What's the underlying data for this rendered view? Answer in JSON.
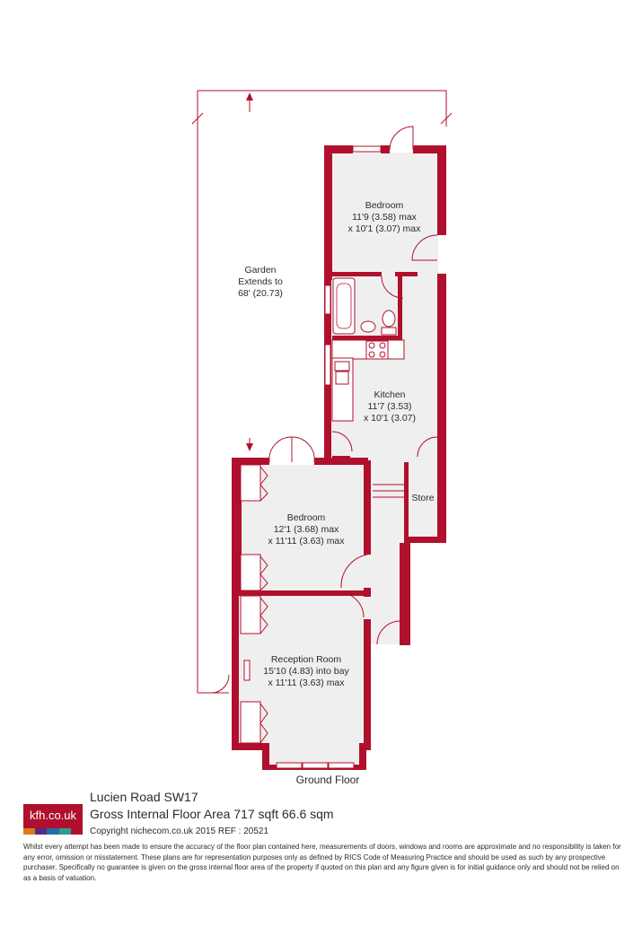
{
  "plan": {
    "garden_label": [
      "Garden",
      "Extends to",
      "68' (20.73)"
    ],
    "bedroom_upper": [
      "Bedroom",
      "11'9 (3.58) max",
      "x 10'1 (3.07) max"
    ],
    "kitchen": [
      "Kitchen",
      "11'7 (3.53)",
      "x 10'1 (3.07)"
    ],
    "store": "Store",
    "bedroom_lower": [
      "Bedroom",
      "12'1 (3.68) max",
      "x 11'11 (3.63) max"
    ],
    "reception": [
      "Reception Room",
      "15'10 (4.83) into bay",
      "x 11'11 (3.63) max"
    ],
    "floor_name": "Ground Floor"
  },
  "footer": {
    "street": "Lucien Road SW17",
    "area": "Gross Internal Floor Area 717 sqft 66.6 sqm",
    "copyright": "Copyright nichecom.co.uk 2015 REF : 20521",
    "disclaimer": "Whilst every attempt has been made to ensure the accuracy of the floor plan contained here, measurements of doors, windows and rooms are approximate and no responsibility is taken for any error, omission or misstatement. These plans are for representation purposes only as defined by RICS Code of Measuring Practice and should be used as such by any prospective purchaser. Specifically no guarantee is given on the gross internal floor area of the property if quoted on this plan and any figure given is for initial guidance only and should not be relied on as a basis of valuation."
  },
  "logo": {
    "text": "kfh.co.uk",
    "brand_color": "#b0102e",
    "stripe_colors": [
      "#e07b1a",
      "#5b2a86",
      "#1f6fa8",
      "#2f9d8f",
      "#b0102e"
    ]
  },
  "colors": {
    "wall": "#b0102e",
    "floor": "#efefef"
  }
}
